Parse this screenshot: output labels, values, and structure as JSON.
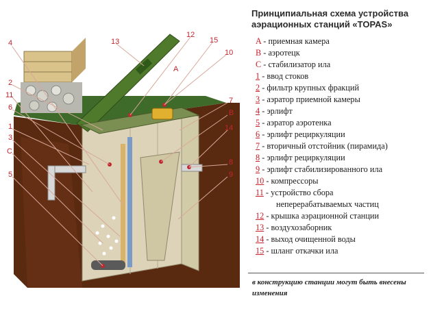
{
  "title": "Принципиальная схема устройства аэрационных станций «TOPAS»",
  "legend": [
    {
      "code": "A",
      "text": "- приемная камера"
    },
    {
      "code": "B",
      "text": "- аэротецк"
    },
    {
      "code": "C",
      "text": "- стабилизатор ила"
    },
    {
      "code": "1",
      "text": "- ввод стоков"
    },
    {
      "code": "2",
      "text": "- фильтр крупных фракций"
    },
    {
      "code": "3",
      "text": "- аэратор приемной камеры"
    },
    {
      "code": "4",
      "text": "- эрлифт"
    },
    {
      "code": "5",
      "text": "- аэратор аэротенка"
    },
    {
      "code": "6",
      "text": "- эрлифт рециркуляции"
    },
    {
      "code": "7",
      "text": "- вторичный отстойник (пирамида)"
    },
    {
      "code": "8",
      "text": "- эрлифт рециркуляции"
    },
    {
      "code": "9",
      "text": "- эрлифт стабилизированного ила"
    },
    {
      "code": "10",
      "text": "- компрессоры"
    },
    {
      "code": "11",
      "text": "- устройство сбора",
      "text2": "неперерабатываемых частиц"
    },
    {
      "code": "12",
      "text": "- крышка аэрационной станции"
    },
    {
      "code": "13",
      "text": "- воздухозаборник"
    },
    {
      "code": "14",
      "text": "- выход очищенной воды"
    },
    {
      "code": "15",
      "text": "- шланг откачки ила"
    }
  ],
  "note": "в конструкцию станции могут быть внесены изменения",
  "diagram_labels": {
    "l13": "13",
    "l12": "12",
    "l15": "15",
    "l10": "10",
    "l4": "4",
    "lA": "A",
    "l2": "2",
    "l11": "11",
    "l6": "6",
    "l7": "7",
    "lB": "B",
    "l14": "14",
    "l1": "1",
    "l3": "3",
    "lC": "C",
    "l8": "8",
    "l9": "9",
    "l5": "5"
  },
  "colors": {
    "soil": "#5a2a10",
    "grass": "#3e6b2a",
    "lid": "#4f7a2c",
    "label": "#c0262e",
    "tank": "#e8e2c8"
  }
}
